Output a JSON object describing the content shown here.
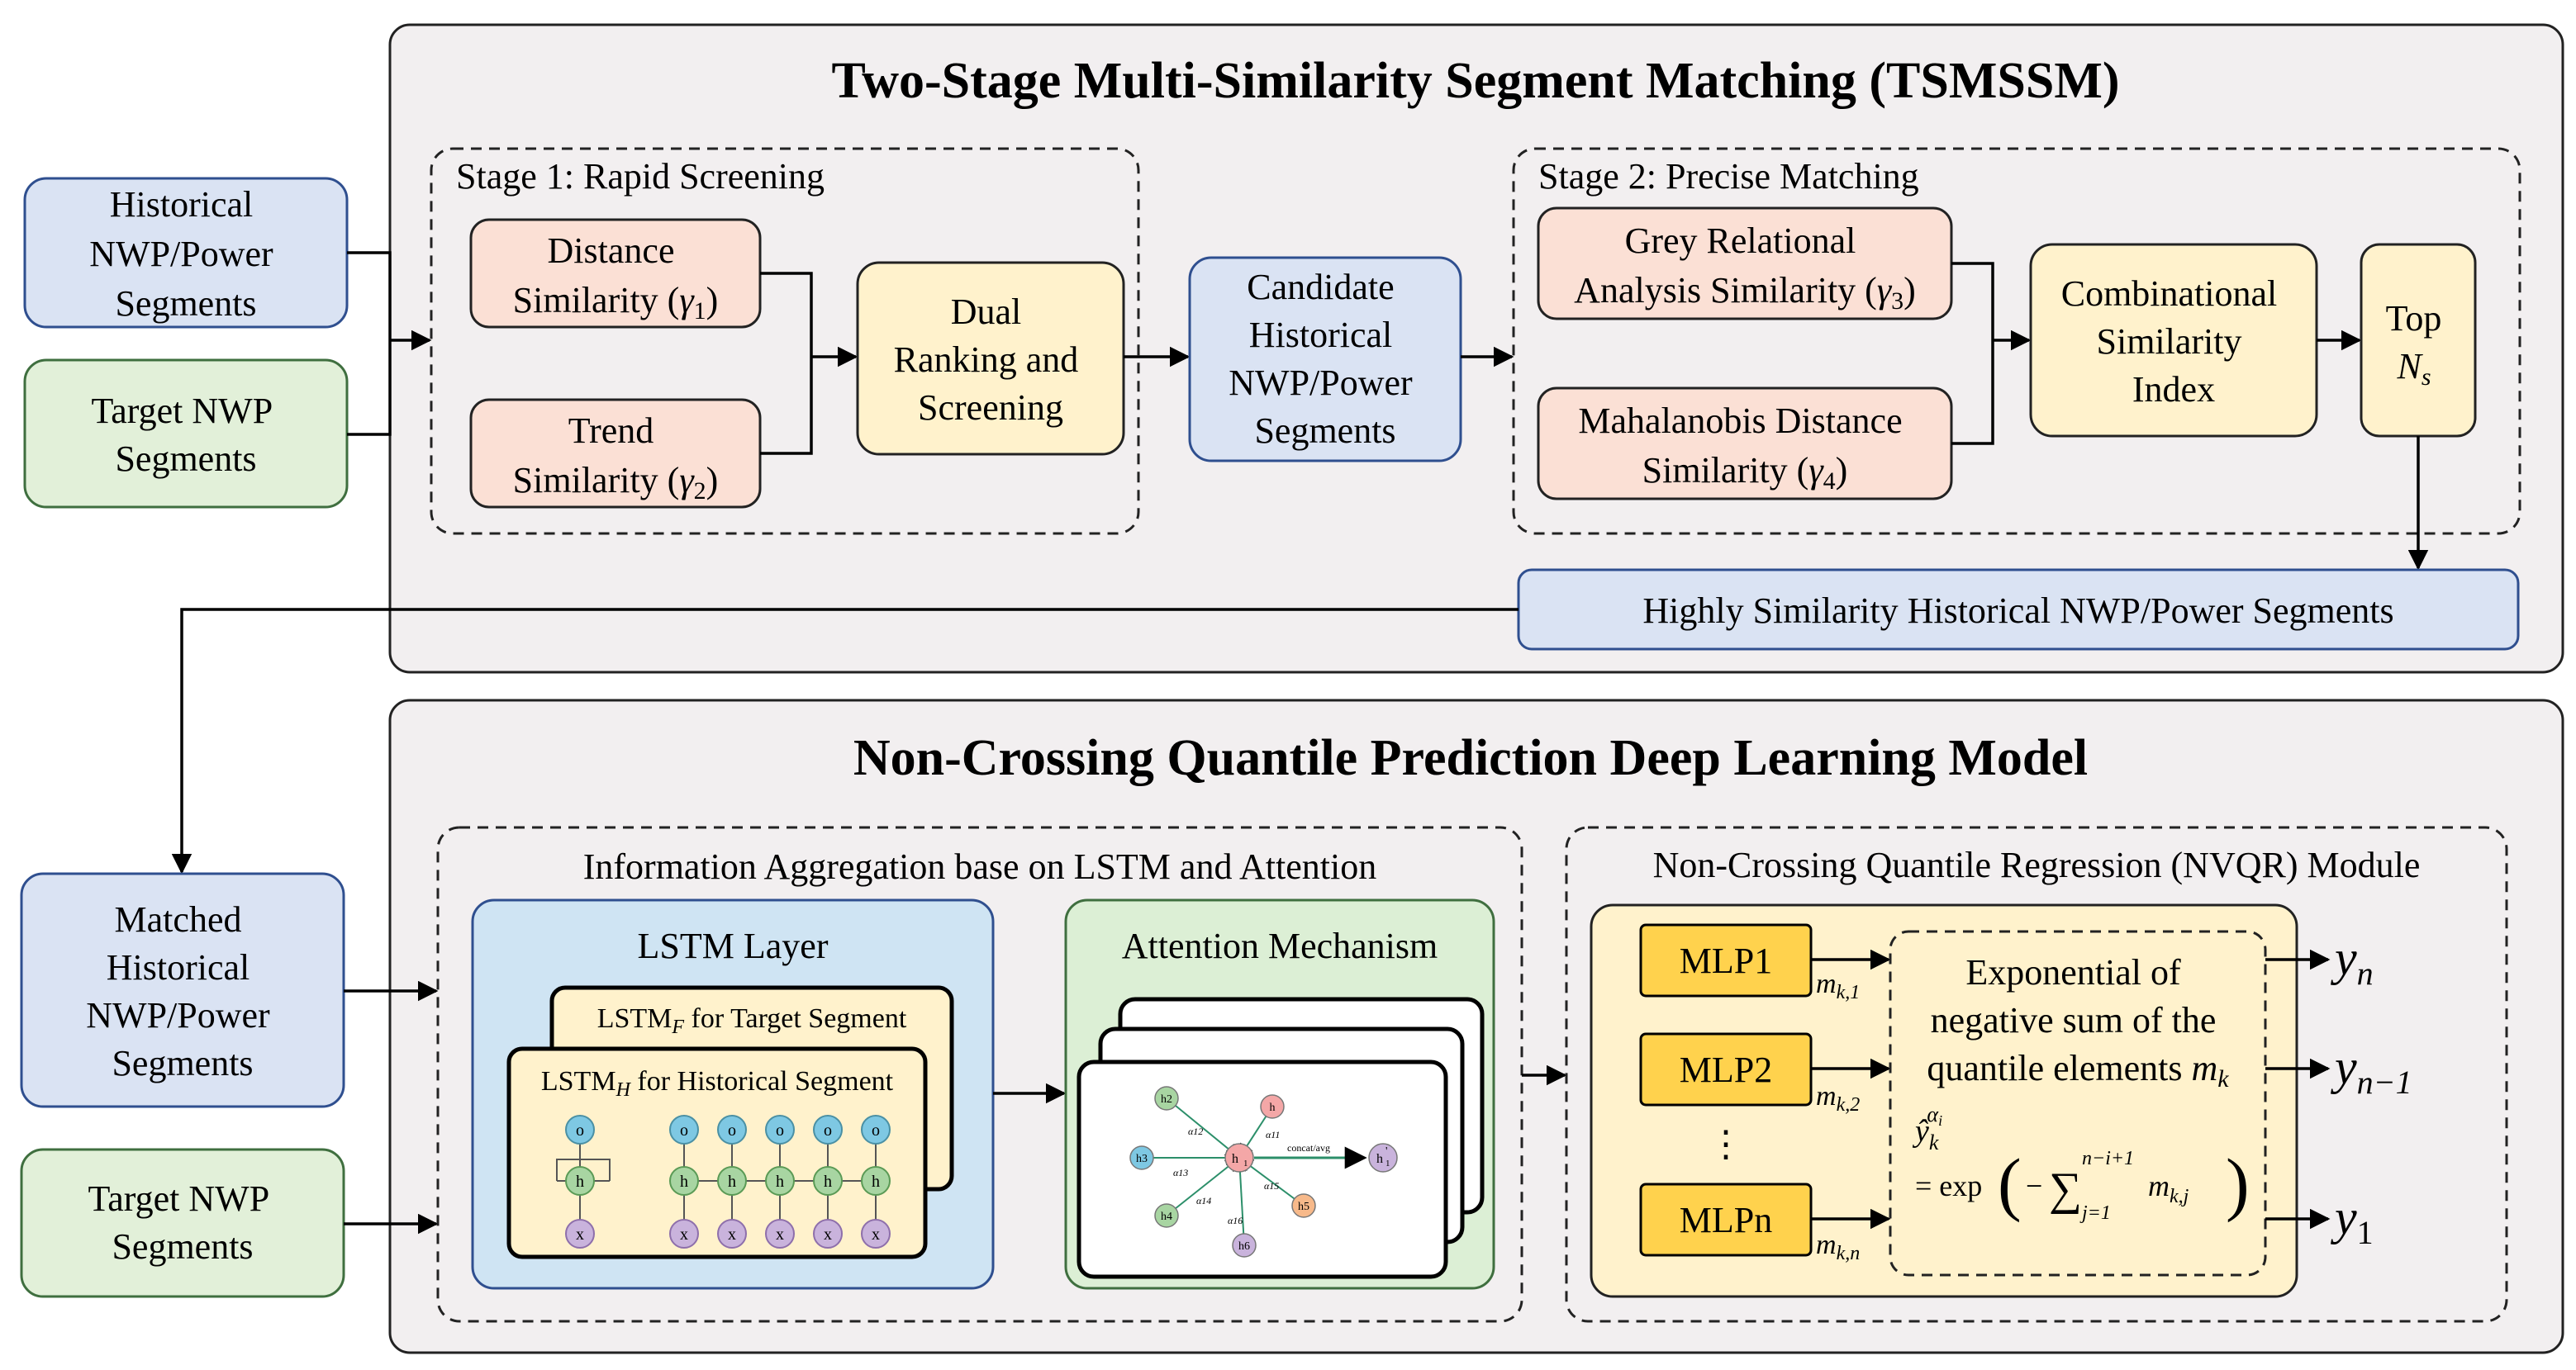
{
  "colors": {
    "panel": "#f2eff0",
    "blue": "#dae3f3",
    "blue_border": "#2f4f8f",
    "green": "#e2f0d9",
    "green_border": "#3f6f3f",
    "salmon": "#fbe0d5",
    "yellow": "#fff2cc",
    "mlp": "#ffd24d",
    "lstm_bg": "#cfe4f3",
    "att_bg": "#dcefd5"
  },
  "top": {
    "title": "Two-Stage Multi-Similarity Segment Matching (TSMSSM)",
    "input_hist": [
      "Historical",
      "NWP/Power",
      "Segments"
    ],
    "input_target": [
      "Target NWP",
      "Segments"
    ],
    "stage1": {
      "title": "Stage 1: Rapid Screening",
      "distance": [
        "Distance",
        "Similarity (",
        "γ",
        "1",
        ")"
      ],
      "trend": [
        "Trend",
        "Similarity (",
        "γ",
        "2",
        ")"
      ],
      "dual": [
        "Dual",
        "Ranking and",
        "Screening"
      ]
    },
    "candidate": [
      "Candidate",
      "Historical",
      "NWP/Power",
      "Segments"
    ],
    "stage2": {
      "title": "Stage 2: Precise Matching",
      "grey": [
        "Grey Relational",
        "Analysis Similarity (",
        "γ",
        "3",
        ")"
      ],
      "mahal": [
        "Mahalanobis Distance",
        "Similarity (",
        "γ",
        "4",
        ")"
      ],
      "combo": [
        "Combinational",
        "Similarity",
        "Index"
      ],
      "top": [
        "Top",
        "N",
        "s"
      ]
    },
    "highly": "Highly Similarity Historical NWP/Power Segments"
  },
  "bottom": {
    "title": "Non-Crossing Quantile Prediction Deep Learning Model",
    "input_matched": [
      "Matched",
      "Historical",
      "NWP/Power",
      "Segments"
    ],
    "input_target": [
      "Target NWP",
      "Segments"
    ],
    "info_title": "Information Aggregation base on LSTM and Attention",
    "lstm": {
      "title": "LSTM Layer",
      "lstm_f": [
        "LSTM",
        "F",
        " for Target Segment"
      ],
      "lstm_h": [
        "LSTM",
        "H",
        " for Historical Segment"
      ],
      "node_o": "o",
      "node_h": "h",
      "node_x": "x"
    },
    "attention": {
      "title": "Attention Mechanism",
      "center": "h",
      "center_sub": "1",
      "out": "h",
      "out_sub": "1",
      "out_sup": "'",
      "nodes": [
        "h2",
        "h3",
        "h4",
        "h5",
        "h6",
        "h"
      ],
      "concat": "concat/avg",
      "weights": [
        "α12",
        "α13",
        "α14",
        "α15",
        "α16",
        "α11"
      ]
    },
    "nvqr": {
      "title": "Non-Crossing Quantile Regression (NVQR) Module",
      "mlps": [
        "MLP1",
        "MLP2",
        "MLPn"
      ],
      "dots": "⋮",
      "m_labels": [
        [
          "m",
          "k,1"
        ],
        [
          "m",
          "k,2"
        ],
        [
          "m",
          "k,n"
        ]
      ],
      "exp_text": [
        "Exponential of",
        "negative sum of the",
        "quantile elements "
      ],
      "exp_m": [
        "m",
        "k"
      ],
      "formula_y": [
        "ŷ",
        "k",
        "α",
        "i"
      ],
      "formula": [
        "= exp",
        "−",
        "∑",
        "n−i+1",
        "j=1",
        "m",
        "k,j"
      ],
      "outputs": [
        [
          "y",
          "n"
        ],
        [
          "y",
          "n−1"
        ],
        [
          "y",
          "1"
        ]
      ]
    }
  }
}
